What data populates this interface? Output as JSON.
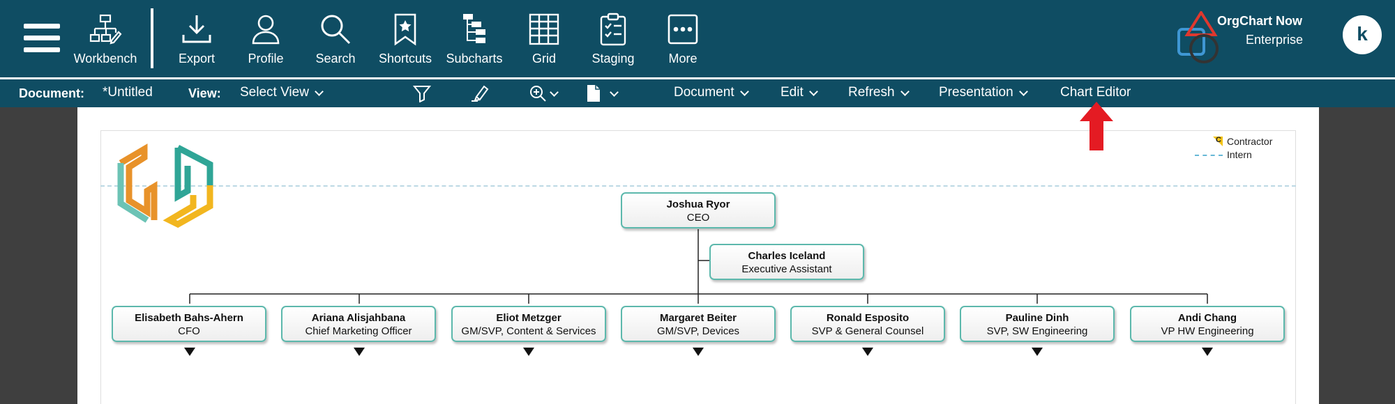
{
  "toolbar": {
    "items": [
      {
        "label": "Workbench",
        "icon": "workbench-icon"
      },
      {
        "label": "Export",
        "icon": "export-icon"
      },
      {
        "label": "Profile",
        "icon": "profile-icon"
      },
      {
        "label": "Search",
        "icon": "search-icon"
      },
      {
        "label": "Shortcuts",
        "icon": "shortcuts-icon"
      },
      {
        "label": "Subcharts",
        "icon": "subcharts-icon"
      },
      {
        "label": "Grid",
        "icon": "grid-icon"
      },
      {
        "label": "Staging",
        "icon": "staging-icon"
      },
      {
        "label": "More",
        "icon": "more-icon"
      }
    ]
  },
  "brand": {
    "name": "OrgChart Now",
    "edition": "Enterprise"
  },
  "user": {
    "initial": "k"
  },
  "menubar": {
    "document_label": "Document:",
    "document_name": "*Untitled",
    "view_label": "View:",
    "view_value": "Select View",
    "menus": [
      "Document",
      "Edit",
      "Refresh",
      "Presentation"
    ],
    "chart_editor": "Chart Editor"
  },
  "legend": {
    "contractor": "Contractor",
    "contractor_badge": "C",
    "intern": "Intern"
  },
  "org": {
    "ceo": {
      "name": "Joshua Ryor",
      "title": "CEO"
    },
    "assistant": {
      "name": "Charles Iceland",
      "title": "Executive Assistant"
    },
    "reports": [
      {
        "name": "Elisabeth Bahs-Ahern",
        "title": "CFO"
      },
      {
        "name": "Ariana Alisjahbana",
        "title": "Chief Marketing Officer"
      },
      {
        "name": "Eliot Metzger",
        "title": "GM/SVP, Content & Services"
      },
      {
        "name": "Margaret Beiter",
        "title": "GM/SVP, Devices"
      },
      {
        "name": "Ronald Esposito",
        "title": "SVP & General Counsel"
      },
      {
        "name": "Pauline Dinh",
        "title": "SVP, SW Engineering"
      },
      {
        "name": "Andi Chang",
        "title": "VP HW Engineering"
      }
    ]
  },
  "colors": {
    "toolbar": "#0f4d63",
    "node_border": "#5cb8ac",
    "annotation_arrow": "#e41b23"
  }
}
